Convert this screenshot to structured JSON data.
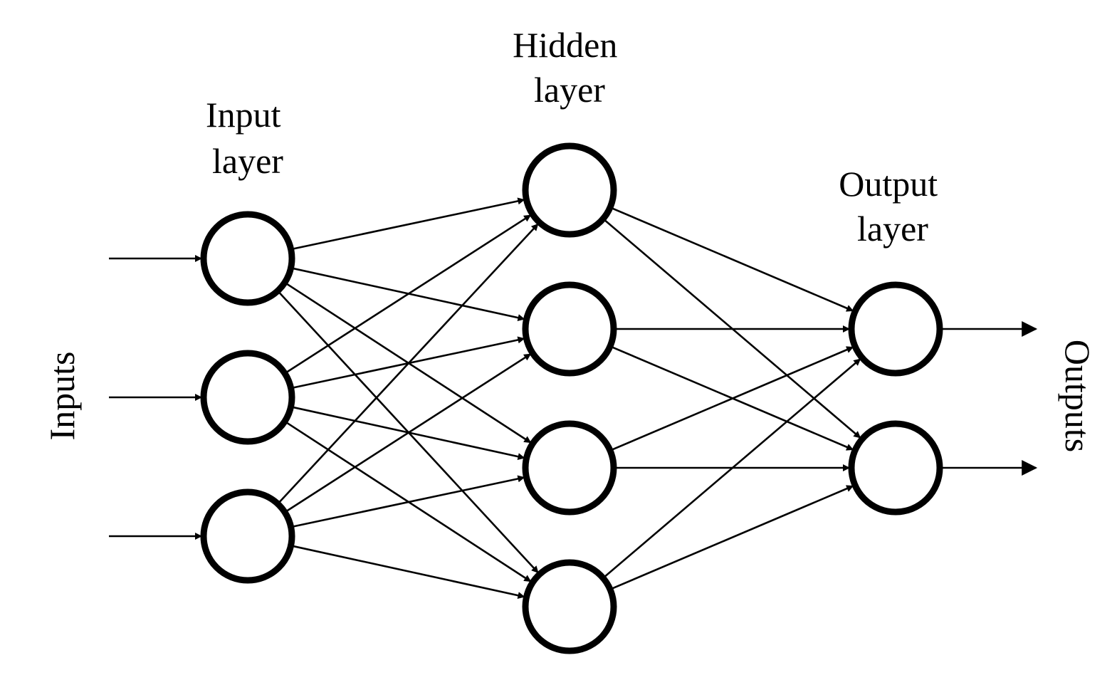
{
  "labels": {
    "input_layer": [
      "Input",
      "layer"
    ],
    "hidden_layer": [
      "Hidden",
      "layer"
    ],
    "output_layer": [
      "Output",
      "layer"
    ],
    "inputs": "Inputs",
    "outputs": "Outputs"
  },
  "network": {
    "input_nodes": 3,
    "hidden_nodes": 4,
    "output_nodes": 2,
    "connectivity": "fully-connected"
  },
  "colors": {
    "stroke": "#000000",
    "background": "#ffffff"
  }
}
